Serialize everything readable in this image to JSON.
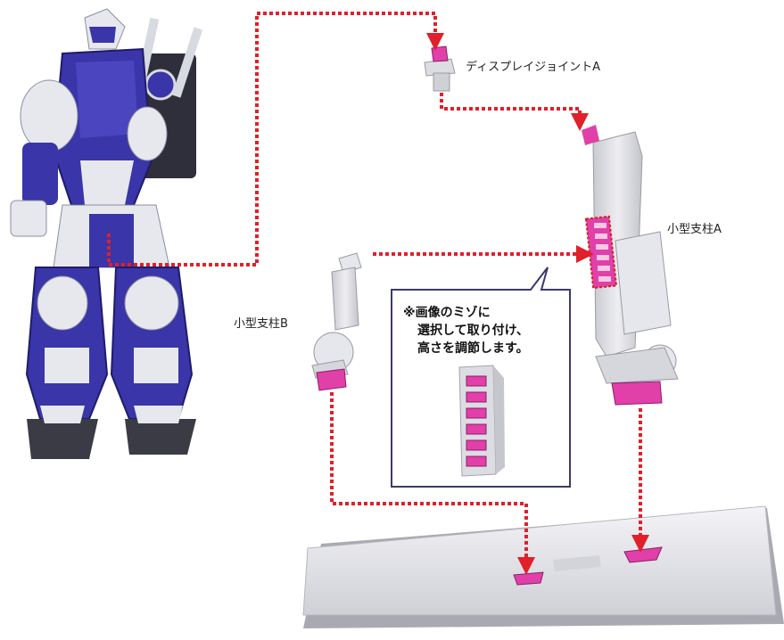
{
  "labels": {
    "display_joint_a": "ディスプレイジョイントA",
    "small_post_a": "小型支柱A",
    "small_post_b": "小型支柱B"
  },
  "note": {
    "line1": "※画像のミゾに",
    "line2": "選択して取り付け、",
    "line3": "高さを調節します。"
  },
  "colors": {
    "guide_line": "#e0202a",
    "accent_part": "#e040a8",
    "robot_blue": "#3a35a8",
    "robot_white": "#e6e8ee",
    "plastic_grey": "#dcdde2",
    "note_border": "#3a3a6a"
  }
}
